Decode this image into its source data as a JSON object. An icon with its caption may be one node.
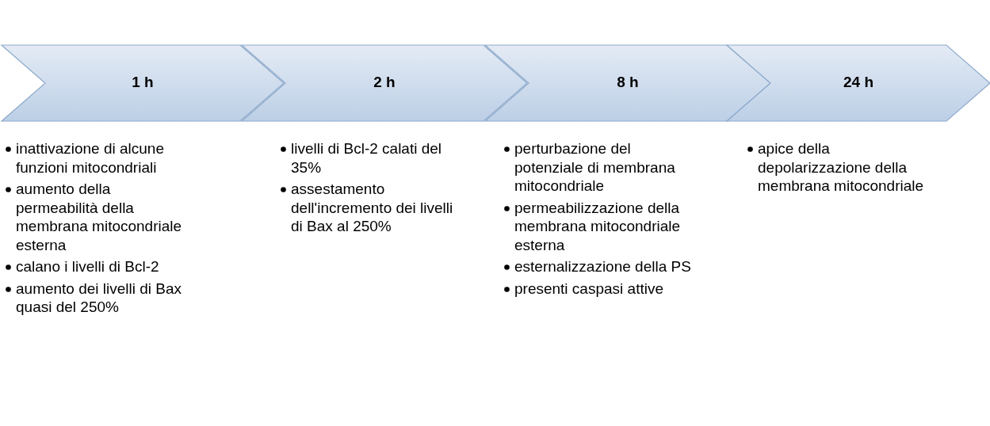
{
  "diagram": {
    "nodes": [
      {
        "text": [
          "1 h"
        ],
        "beside": [
          "inattivazione di alcune funzioni mitocondriali",
          "aumento della permeabilità della membrana mitocondriale esterna",
          "calano i livelli di Bcl-2",
          "aumento dei livelli di Bax quasi del 250%"
        ]
      },
      {
        "text": [
          "2 h"
        ],
        "beside": [
          "livelli di Bcl-2 calati del 35%",
          "assestamento dell'incremento dei livelli di Bax al 250%"
        ]
      },
      {
        "text": [
          "8 h"
        ],
        "beside": [
          "perturbazione del potenziale di membrana mitocondriale",
          "permeabilizzazione della membrana mitocondriale esterna",
          "esternalizzazione della PS",
          "presenti caspasi attive"
        ]
      },
      {
        "text": [
          "24 h"
        ],
        "beside": [
          "apice della depolarizzazione della membrana mitocondriale"
        ]
      }
    ]
  }
}
